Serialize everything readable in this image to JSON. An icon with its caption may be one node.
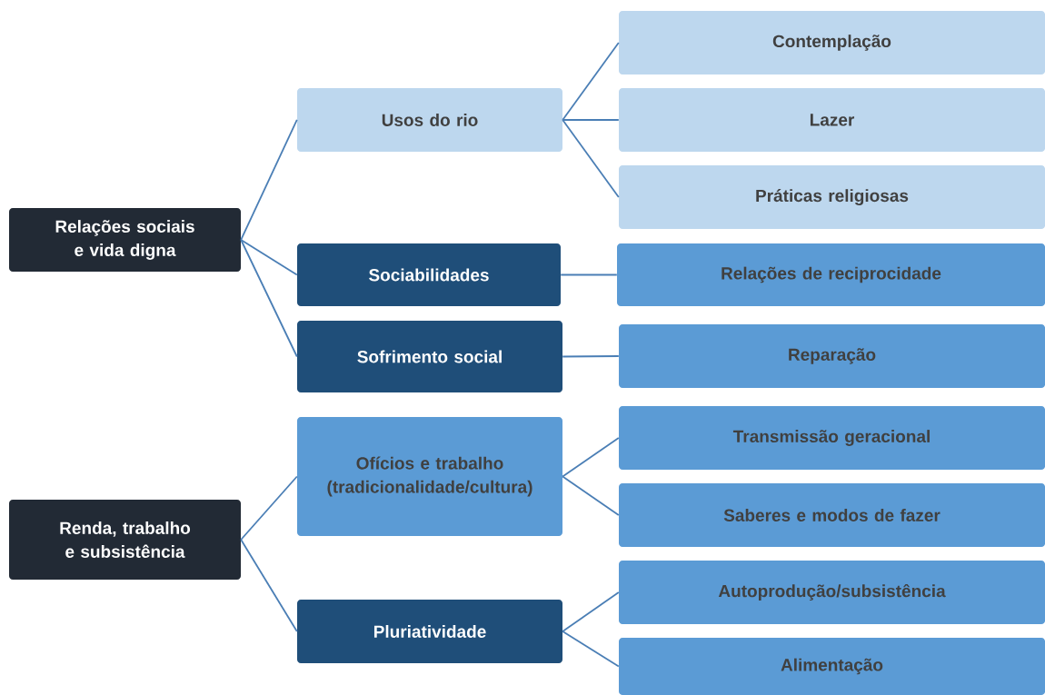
{
  "diagram": {
    "nodes": [
      {
        "text": [
          "Relações sociais e vida digna"
        ]
      },
      {
        "text": [
          "Renda, trabalho e subsistência"
        ]
      },
      {
        "text": [
          "Usos do rio"
        ]
      },
      {
        "text": [
          "Sociabilidades"
        ]
      },
      {
        "text": [
          "Sofrimento social"
        ]
      },
      {
        "text": [
          "Ofícios e trabalho (tradicionalidade/cultura)"
        ]
      },
      {
        "text": [
          "Pluriatividade"
        ]
      },
      {
        "text": [
          "Contemplação"
        ]
      },
      {
        "text": [
          "Lazer"
        ]
      },
      {
        "text": [
          "Práticas religiosas"
        ]
      },
      {
        "text": [
          "Relações de reciprocidade"
        ]
      },
      {
        "text": [
          "Reparação"
        ]
      },
      {
        "text": [
          "Transmissão geracional"
        ]
      },
      {
        "text": [
          "Saberes e modos de fazer"
        ]
      },
      {
        "text": [
          "Autoprodução/subsistência"
        ]
      },
      {
        "text": [
          "Alimentação"
        ]
      }
    ],
    "edges": [
      {
        "from": 0,
        "to": 2,
        "arrow": "none"
      },
      {
        "from": 0,
        "to": 3,
        "arrow": "none"
      },
      {
        "from": 0,
        "to": 4,
        "arrow": "none"
      },
      {
        "from": 1,
        "to": 5,
        "arrow": "none"
      },
      {
        "from": 1,
        "to": 6,
        "arrow": "none"
      },
      {
        "from": 2,
        "to": 7,
        "arrow": "none"
      },
      {
        "from": 2,
        "to": 8,
        "arrow": "none"
      },
      {
        "from": 2,
        "to": 9,
        "arrow": "none"
      },
      {
        "from": 3,
        "to": 10,
        "arrow": "none"
      },
      {
        "from": 4,
        "to": 11,
        "arrow": "none"
      },
      {
        "from": 5,
        "to": 12,
        "arrow": "none"
      },
      {
        "from": 5,
        "to": 13,
        "arrow": "none"
      },
      {
        "from": 6,
        "to": 14,
        "arrow": "none"
      },
      {
        "from": 6,
        "to": 15,
        "arrow": "none"
      }
    ]
  }
}
